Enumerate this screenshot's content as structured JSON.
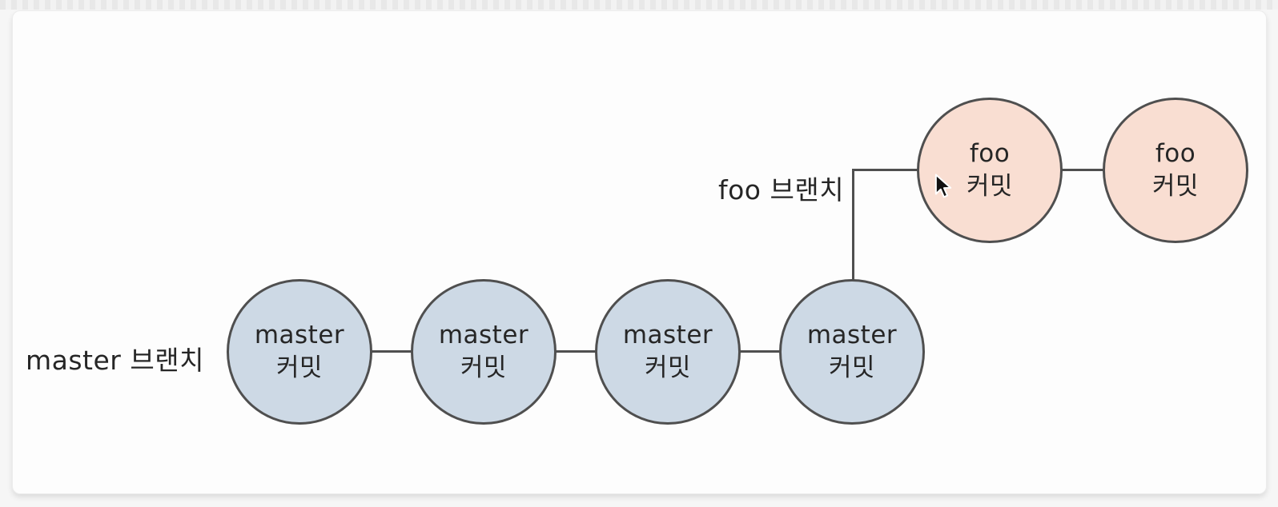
{
  "diagram": {
    "type": "git-branch-diagram",
    "master_branch": {
      "label": "master 브랜치",
      "node_color": "#cdd9e5",
      "commits": [
        {
          "line1": "master",
          "line2": "커밋"
        },
        {
          "line1": "master",
          "line2": "커밋"
        },
        {
          "line1": "master",
          "line2": "커밋"
        },
        {
          "line1": "master",
          "line2": "커밋"
        }
      ]
    },
    "foo_branch": {
      "label": "foo 브랜치",
      "node_color": "#f9ded2",
      "branches_from": "master commit 4",
      "commits": [
        {
          "line1": "foo",
          "line2": "커밋"
        },
        {
          "line1": "foo",
          "line2": "커밋"
        }
      ]
    },
    "connector_color": "#4f4f4f",
    "canvas_color": "#fdfdfd"
  },
  "cursor": {
    "icon": "arrow-pointer"
  }
}
